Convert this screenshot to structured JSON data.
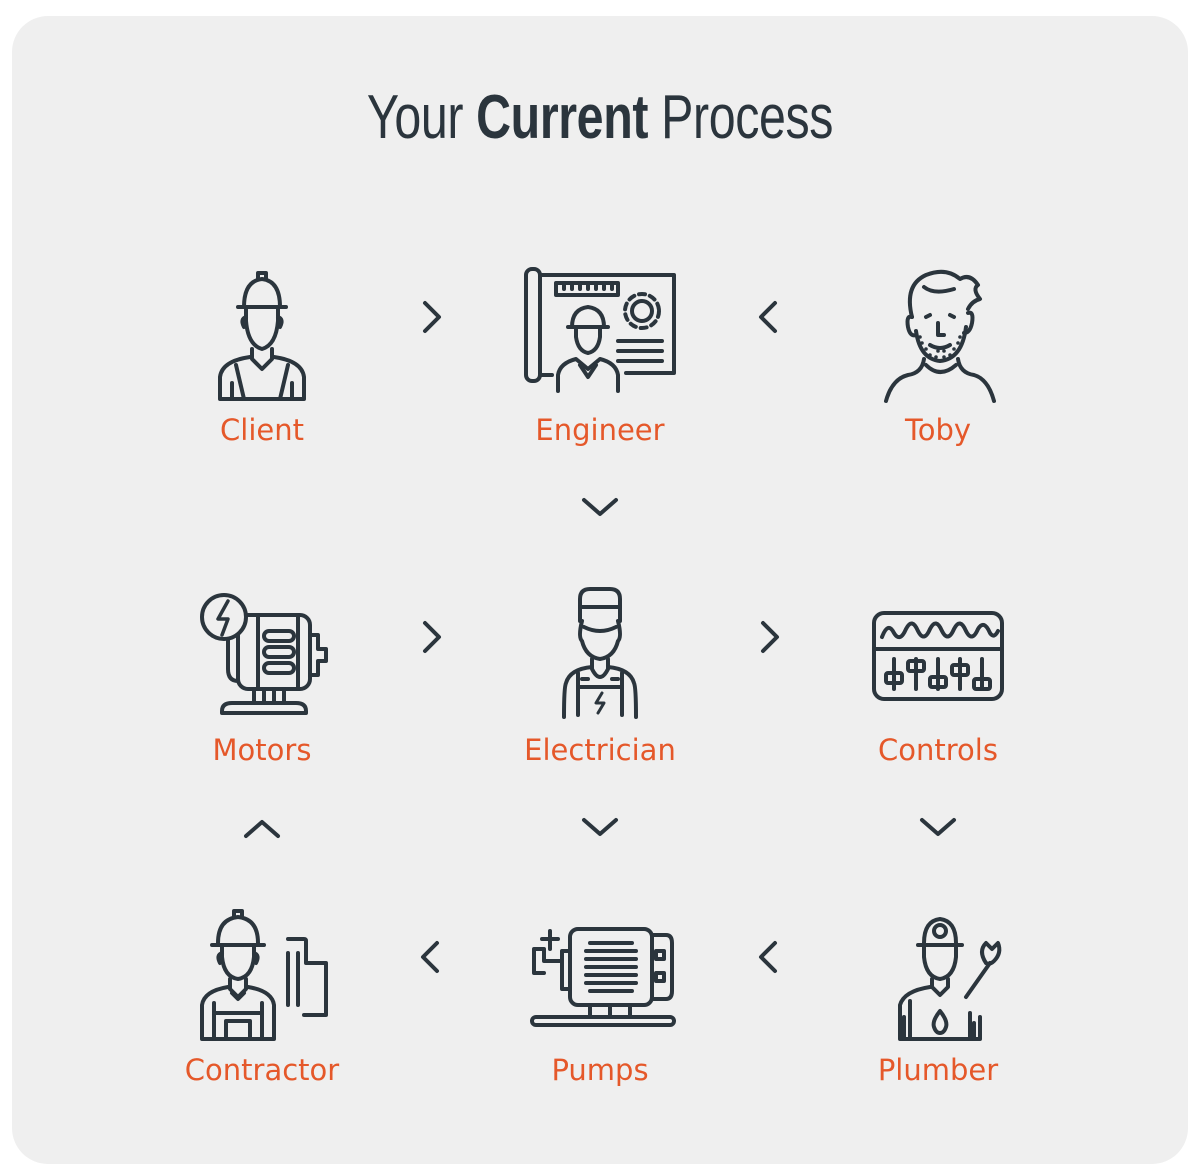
{
  "title": {
    "prefix": "Your",
    "emphasis": "Current",
    "suffix": "Process"
  },
  "colors": {
    "label": "#e5582a",
    "ink": "#2b353d",
    "card": "#efefef"
  },
  "nodes": [
    {
      "id": "client",
      "label": "Client",
      "icon": "worker-hardhat-icon"
    },
    {
      "id": "engineer",
      "label": "Engineer",
      "icon": "engineer-blueprint-icon"
    },
    {
      "id": "toby",
      "label": "Toby",
      "icon": "man-face-icon"
    },
    {
      "id": "motors",
      "label": "Motors",
      "icon": "electric-motor-icon"
    },
    {
      "id": "electrician",
      "label": "Electrician",
      "icon": "electrician-icon"
    },
    {
      "id": "controls",
      "label": "Controls",
      "icon": "control-panel-icon"
    },
    {
      "id": "contractor",
      "label": "Contractor",
      "icon": "contractor-icon"
    },
    {
      "id": "pumps",
      "label": "Pumps",
      "icon": "pump-icon"
    },
    {
      "id": "plumber",
      "label": "Plumber",
      "icon": "plumber-icon"
    }
  ],
  "edges": [
    {
      "from": "Client",
      "to": "Engineer"
    },
    {
      "from": "Toby",
      "to": "Engineer"
    },
    {
      "from": "Engineer",
      "to": "Electrician"
    },
    {
      "from": "Motors",
      "to": "Electrician"
    },
    {
      "from": "Electrician",
      "to": "Controls"
    },
    {
      "from": "Electrician",
      "to": "Pumps"
    },
    {
      "from": "Controls",
      "to": "Plumber"
    },
    {
      "from": "Plumber",
      "to": "Pumps"
    },
    {
      "from": "Pumps",
      "to": "Contractor"
    },
    {
      "from": "Contractor",
      "to": "Motors"
    }
  ]
}
